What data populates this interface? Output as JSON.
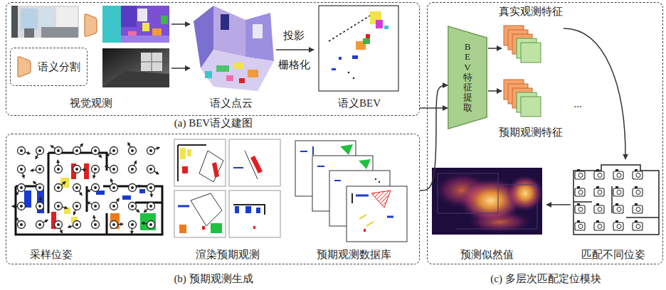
{
  "diagram": {
    "nodes": [
      {
        "text": [
          "(a) BEV语义建图"
        ]
      },
      {
        "text": [
          "(b) 预期观测生成"
        ]
      },
      {
        "text": [
          "(c) 多层次匹配定位模块"
        ]
      },
      {
        "text": [
          "BEV特征提取"
        ],
        "in": 2
      }
    ],
    "edges": [
      {
        "from": 0,
        "to": 3,
        "arrow": "to"
      },
      {
        "from": 1,
        "to": 3,
        "arrow": "to"
      }
    ],
    "labels": [
      "投影",
      "栅格化",
      "视觉观测",
      "语义点云",
      "语义BEV",
      "采样位姿",
      "渲染预期观测",
      "预期观测数据库",
      "真实观测特征",
      "预期观测特征",
      "...",
      "预测似然值",
      "匹配不同位姿"
    ],
    "legend": [
      {
        "text": "语义分割"
      }
    ]
  }
}
